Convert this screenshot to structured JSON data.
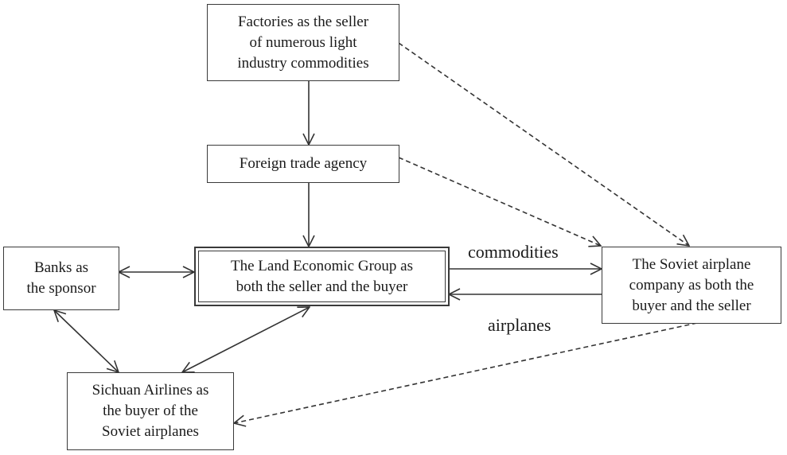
{
  "diagram": {
    "nodes": {
      "factories": {
        "label": "Factories as the seller\nof numerous light\nindustry commodities"
      },
      "foreign_trade": {
        "label": "Foreign trade agency"
      },
      "land_group": {
        "label": "The Land Economic Group as\nboth the seller and the buyer"
      },
      "banks": {
        "label": "Banks as\nthe sponsor"
      },
      "soviet": {
        "label": "The Soviet airplane\ncompany as both the\nbuyer and the seller"
      },
      "sichuan": {
        "label": "Sichuan Airlines as\nthe buyer of the\nSoviet airplanes"
      }
    },
    "edge_labels": {
      "commodities": "commodities",
      "airplanes": "airplanes"
    },
    "edges": [
      {
        "from": "factories",
        "to": "foreign_trade",
        "style": "solid",
        "direction": "forward"
      },
      {
        "from": "foreign_trade",
        "to": "land_group",
        "style": "solid",
        "direction": "forward"
      },
      {
        "from": "factories",
        "to": "soviet",
        "style": "dashed",
        "direction": "forward"
      },
      {
        "from": "foreign_trade",
        "to": "soviet",
        "style": "dashed",
        "direction": "forward"
      },
      {
        "from": "land_group",
        "to": "soviet",
        "style": "solid",
        "direction": "forward",
        "label": "commodities"
      },
      {
        "from": "soviet",
        "to": "land_group",
        "style": "solid",
        "direction": "forward",
        "label": "airplanes"
      },
      {
        "from": "banks",
        "to": "land_group",
        "style": "solid",
        "direction": "both"
      },
      {
        "from": "banks",
        "to": "sichuan",
        "style": "solid",
        "direction": "both"
      },
      {
        "from": "land_group",
        "to": "sichuan",
        "style": "solid",
        "direction": "both"
      },
      {
        "from": "soviet",
        "to": "sichuan",
        "style": "dashed",
        "direction": "forward"
      }
    ]
  }
}
